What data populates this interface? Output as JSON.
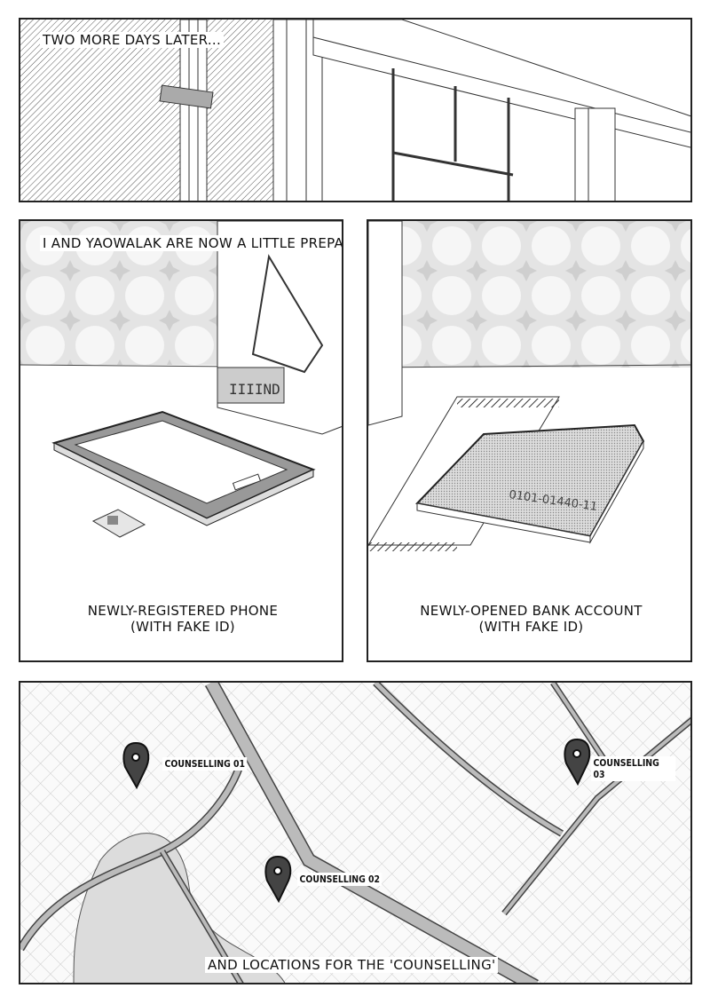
{
  "panel1": {
    "caption": "TWO MORE DAYS LATER..."
  },
  "panel2": {
    "caption": "I AND YAOWALAK ARE NOW A LITTLE PREPARED, WE NOW HAVE",
    "label_line1": "NEWLY-REGISTERED PHONE",
    "label_line2": "(WITH FAKE ID)",
    "sign_text": "IIIIND"
  },
  "panel3": {
    "label_line1": "NEWLY-OPENED BANK ACCOUNT",
    "label_line2": "(WITH FAKE ID)",
    "account_number": "0101-01440-11"
  },
  "panel4": {
    "caption": "AND LOCATIONS FOR THE 'COUNSELLING'",
    "pins": [
      {
        "label": "COUNSELLING 01"
      },
      {
        "label": "COUNSELLING 02"
      },
      {
        "label": "COUNSELLING 03"
      }
    ]
  },
  "colors": {
    "ink": "#222222",
    "tone": "#bdbdbd",
    "paper": "#ffffff"
  }
}
